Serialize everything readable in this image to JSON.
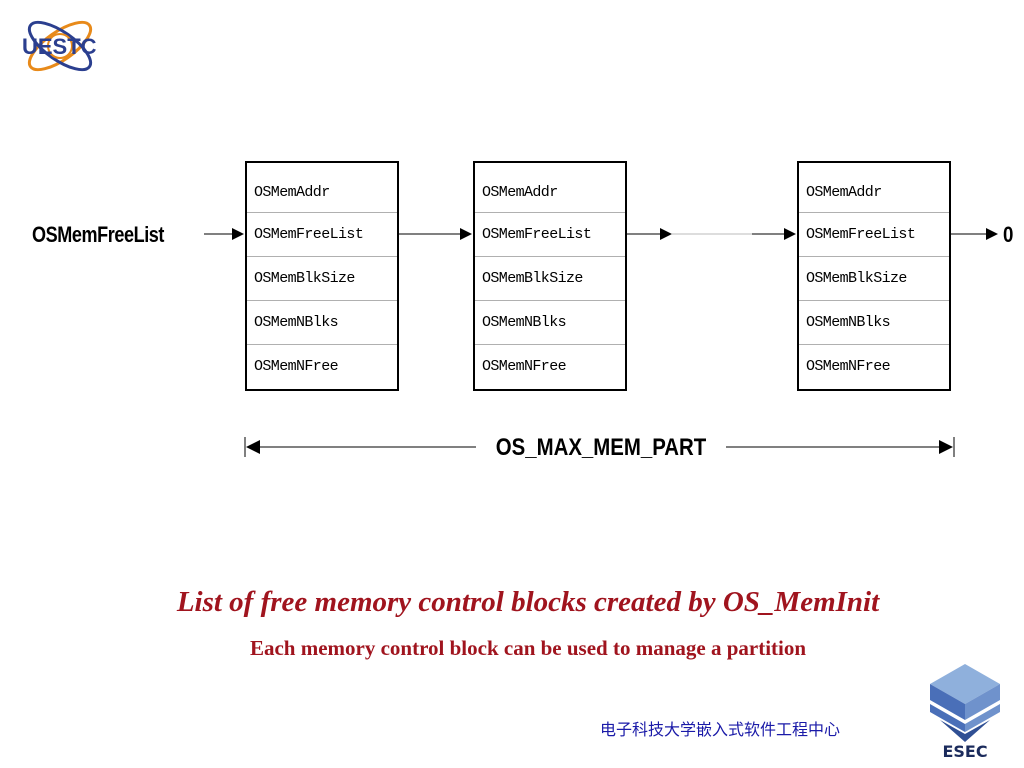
{
  "logo_left": {
    "text": "UESTC"
  },
  "diagram": {
    "list_head_label": "OSMemFreeList",
    "null_terminator": "0",
    "blocks": [
      {
        "fields": [
          "OSMemAddr",
          "OSMemFreeList",
          "OSMemBlkSize",
          "OSMemNBlks",
          "OSMemNFree"
        ]
      },
      {
        "fields": [
          "OSMemAddr",
          "OSMemFreeList",
          "OSMemBlkSize",
          "OSMemNBlks",
          "OSMemNFree"
        ]
      },
      {
        "fields": [
          "OSMemAddr",
          "OSMemFreeList",
          "OSMemBlkSize",
          "OSMemNBlks",
          "OSMemNFree"
        ]
      }
    ],
    "span_label": "OS_MAX_MEM_PART"
  },
  "captions": {
    "title": "List of free memory control blocks created by OS_MemInit",
    "subtitle": "Each memory control block can be used to manage a partition"
  },
  "footer": {
    "institution": "电子科技大学嵌入式软件工程中心",
    "logo_text": "ESEC"
  },
  "colors": {
    "caption": "#a0141e",
    "footer_text": "#1a1aa8",
    "esec_blue": "#4a6fb8"
  }
}
